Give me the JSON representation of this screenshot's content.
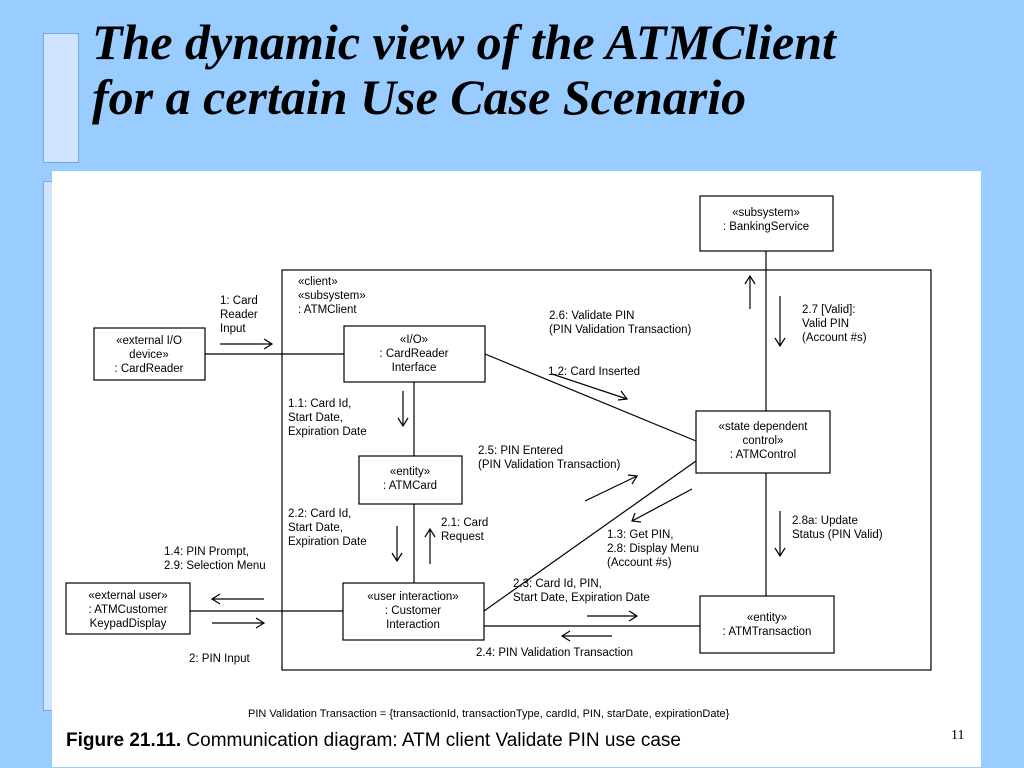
{
  "slide": {
    "title_line1": "The dynamic view of the ATMClient",
    "title_line2": "for a certain Use Case Scenario",
    "slide_number": "11"
  },
  "diagram": {
    "subsystem_label": [
      "«client»",
      "«subsystem»",
      ": ATMClient"
    ],
    "nodes": {
      "banking": [
        "«subsystem»",
        ": BankingService"
      ],
      "cardreader_dev": [
        "«external I/O",
        "device»",
        ": CardReader"
      ],
      "cardreader_if": [
        "«I/O»",
        ": CardReader",
        "Interface"
      ],
      "atmcard": [
        "«entity»",
        ": ATMCard"
      ],
      "control": [
        "«state dependent",
        "control»",
        ": ATMControl"
      ],
      "customer_display": [
        "«external user»",
        ": ATMCustomer",
        "KeypadDisplay"
      ],
      "customer_interaction": [
        "«user interaction»",
        ": Customer",
        "Interaction"
      ],
      "transaction": [
        "«entity»",
        ": ATMTransaction"
      ]
    },
    "messages": {
      "m1": [
        "1: Card",
        "Reader",
        "Input"
      ],
      "m11": [
        "1.1: Card Id,",
        "Start Date,",
        "Expiration Date"
      ],
      "m12": [
        "1.2: Card Inserted"
      ],
      "m13": [
        "1.3: Get PIN,",
        "2.8: Display Menu",
        "(Account #s)"
      ],
      "m14": [
        "1.4: PIN Prompt,",
        "2.9: Selection Menu"
      ],
      "m2": [
        "2: PIN Input"
      ],
      "m21": [
        "2.1: Card",
        "Request"
      ],
      "m22": [
        "2.2: Card Id,",
        "Start Date,",
        "Expiration Date"
      ],
      "m23": [
        "2.3: Card Id, PIN,",
        "Start Date, Expiration Date"
      ],
      "m24": [
        "2.4: PIN Validation Transaction"
      ],
      "m25": [
        "2.5: PIN Entered",
        "(PIN Validation Transaction)"
      ],
      "m26": [
        "2.6: Validate PIN",
        "(PIN Validation Transaction)"
      ],
      "m27": [
        "2.7 [Valid]:",
        "Valid PIN",
        "(Account #s)"
      ],
      "m28a": [
        "2.8a: Update",
        "Status (PIN Valid)"
      ]
    },
    "footnote": "PIN Validation Transaction = {transactionId, transactionType, cardId, PIN, starDate, expirationDate}"
  },
  "caption": {
    "figure_label": "Figure 21.11.",
    "text": " Communication diagram: ATM client Validate PIN use case"
  }
}
